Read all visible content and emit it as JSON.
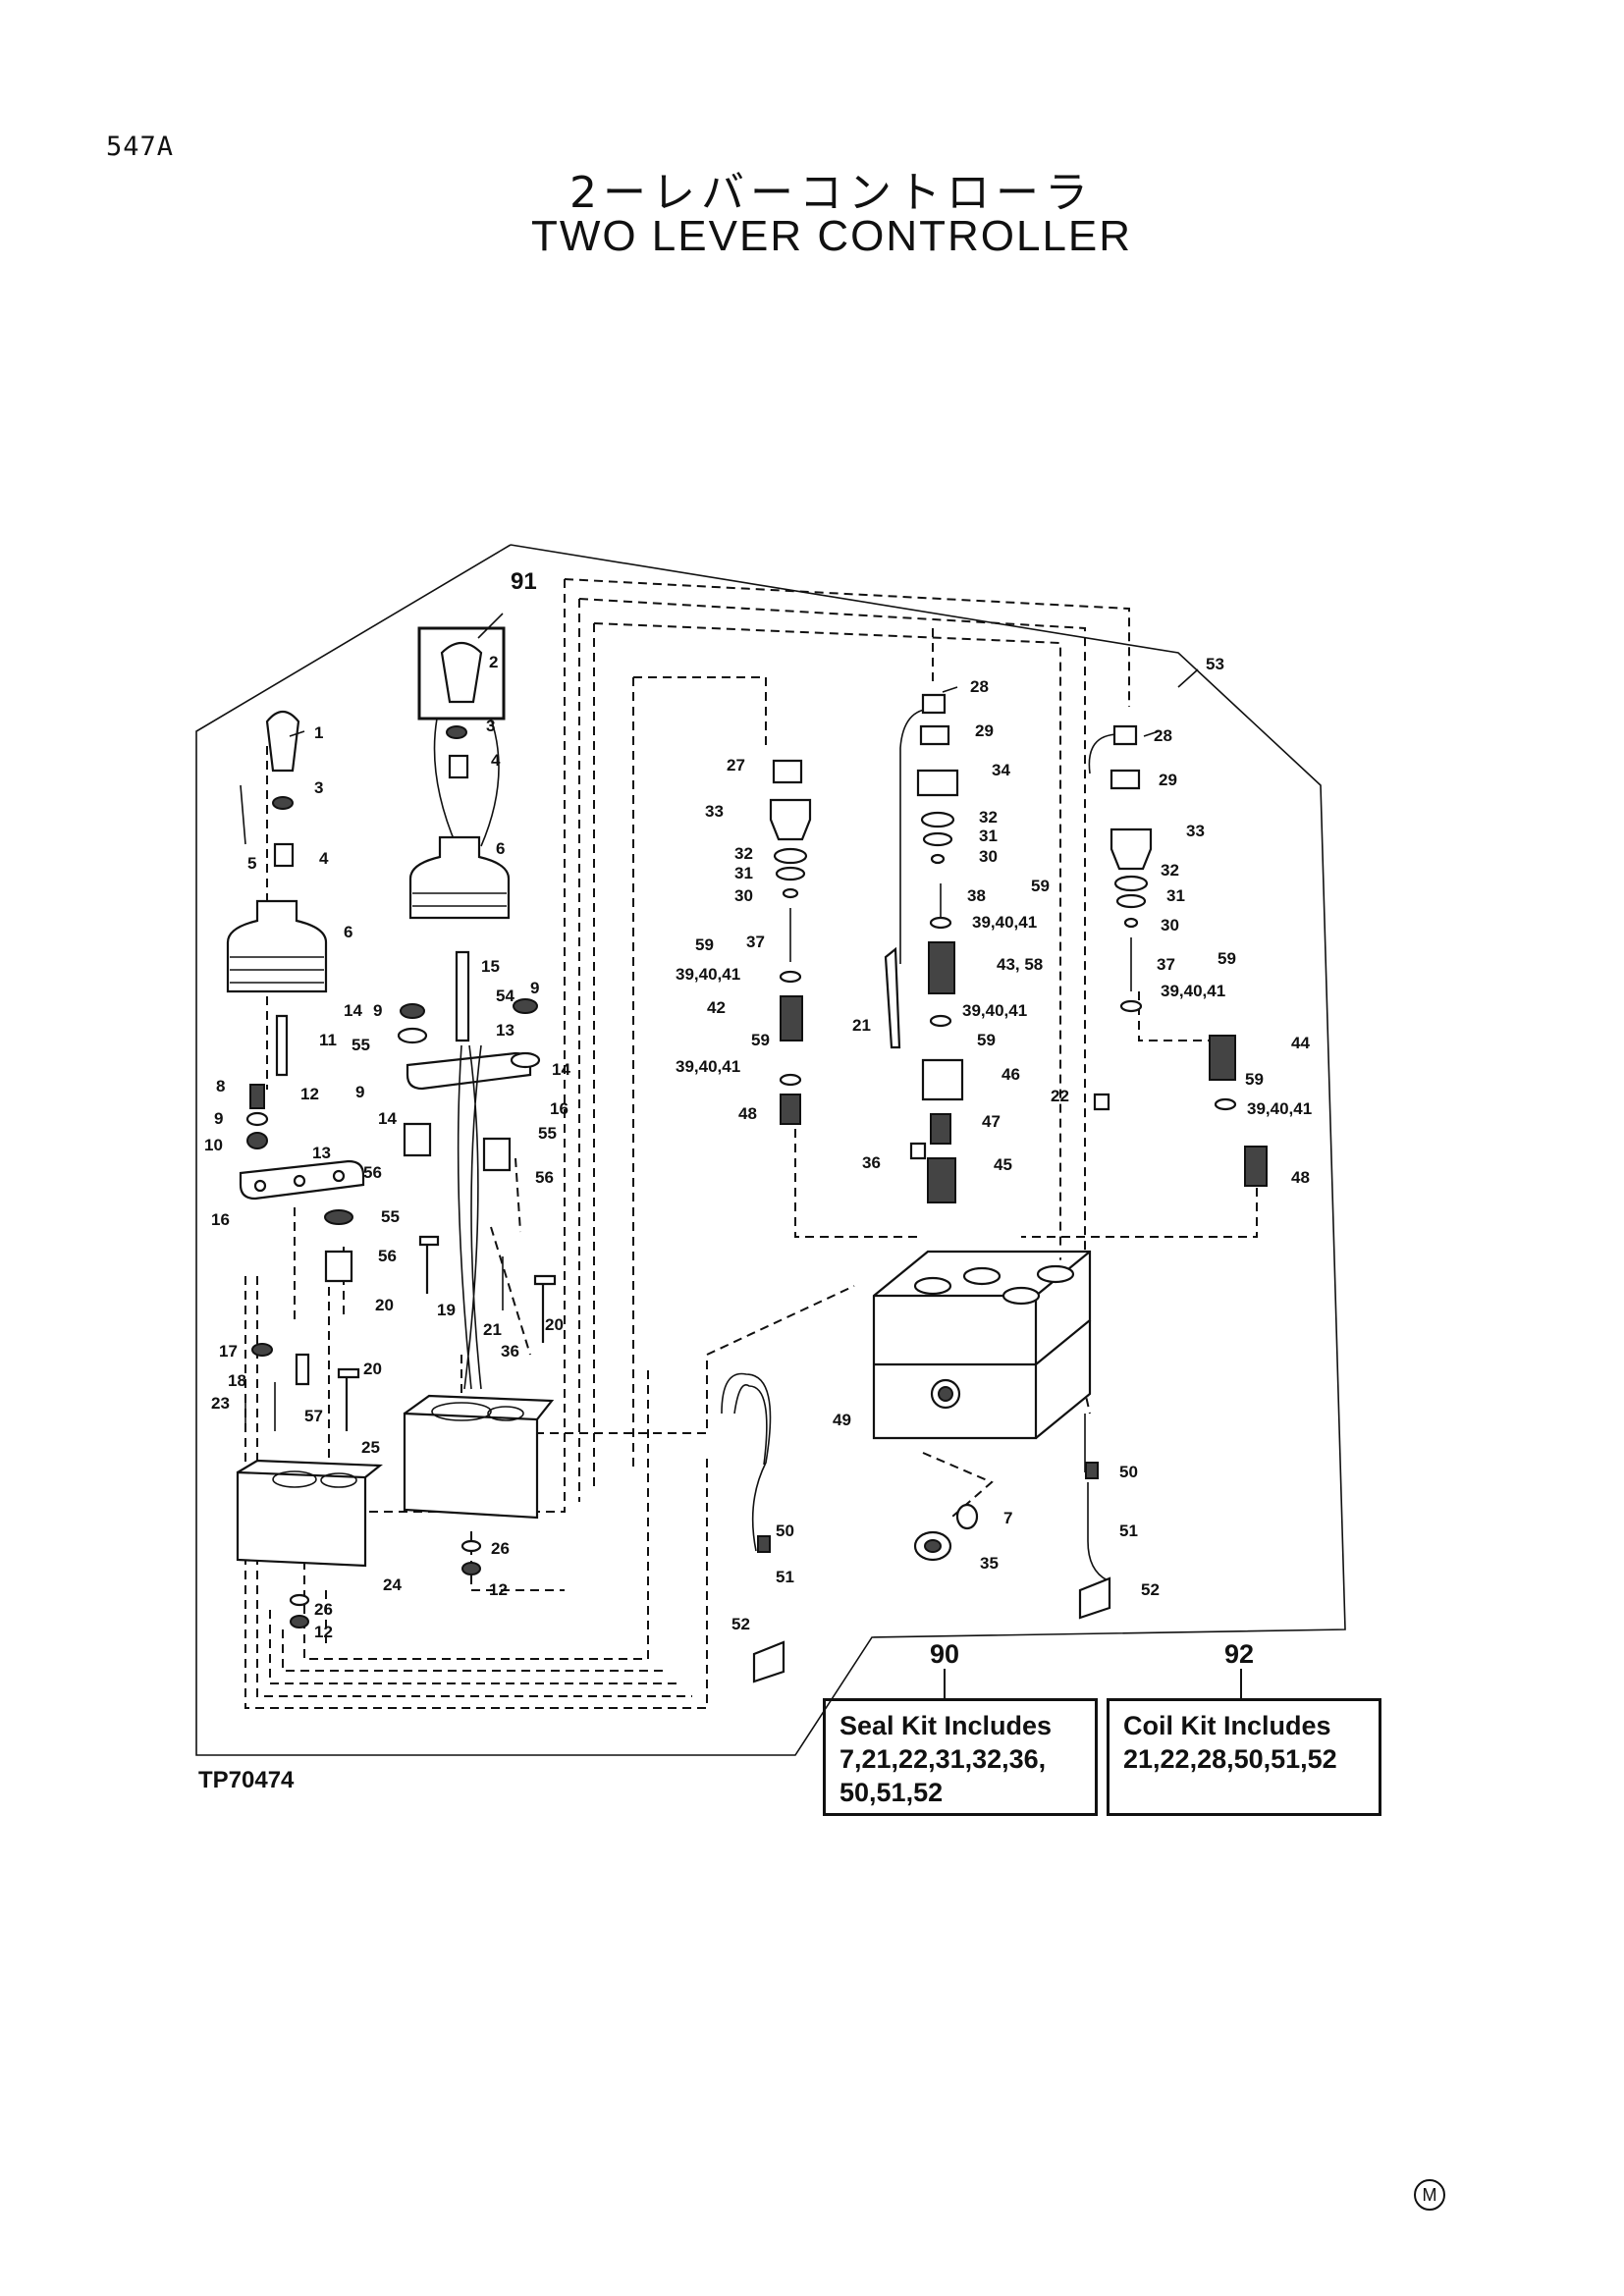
{
  "page": {
    "number": "547A",
    "title_jp": "2ーレバーコントローラ",
    "title_en": "TWO LEVER CONTROLLER",
    "drawing_ref": "TP70474",
    "mark": "M"
  },
  "kits": [
    {
      "number": "90",
      "line1": "Seal Kit Includes",
      "line2": "7,21,22,31,32,36,",
      "line3": "50,51,52"
    },
    {
      "number": "92",
      "line1": "Coil Kit Includes",
      "line2": "21,22,28,50,51,52",
      "line3": ""
    }
  ],
  "callouts": {
    "c1": "1",
    "c2": "2",
    "c3a": "3",
    "c3b": "3",
    "c4a": "4",
    "c4b": "4",
    "c5": "5",
    "c6a": "6",
    "c6b": "6",
    "c7": "7",
    "c8": "8",
    "c9a": "9",
    "c9b": "9",
    "c9c": "9",
    "c9d": "9",
    "c10": "10",
    "c11": "11",
    "c12a": "12",
    "c12b": "12",
    "c12c": "12",
    "c13a": "13",
    "c13b": "13",
    "c14a": "14",
    "c14b": "14",
    "c14c": "14",
    "c15": "15",
    "c16a": "16",
    "c16b": "16",
    "c17": "17",
    "c18": "18",
    "c19": "19",
    "c20a": "20",
    "c20b": "20",
    "c20c": "20",
    "c21a": "21",
    "c21b": "21",
    "c22": "22",
    "c23": "23",
    "c24": "24",
    "c25": "25",
    "c26a": "26",
    "c26b": "26",
    "c27": "27",
    "c28a": "28",
    "c28b": "28",
    "c29a": "29",
    "c29b": "29",
    "c30a": "30",
    "c30b": "30",
    "c30c": "30",
    "c31a": "31",
    "c31b": "31",
    "c31c": "31",
    "c32a": "32",
    "c32b": "32",
    "c32c": "32",
    "c33a": "33",
    "c33b": "33",
    "c34": "34",
    "c35": "35",
    "c36a": "36",
    "c36b": "36",
    "c37a": "37",
    "c37b": "37",
    "c38": "38",
    "c3941a": "39,40,41",
    "c3941b": "39,40,41",
    "c3941c": "39,40,41",
    "c3941d": "39,40,41",
    "c3941e": "39,40,41",
    "c3941f": "39,40,41",
    "c42": "42",
    "c4358": "43, 58",
    "c44": "44",
    "c45": "45",
    "c46": "46",
    "c47": "47",
    "c48a": "48",
    "c48b": "48",
    "c49": "49",
    "c50a": "50",
    "c50b": "50",
    "c51a": "51",
    "c51b": "51",
    "c52a": "52",
    "c52b": "52",
    "c53": "53",
    "c54": "54",
    "c55a": "55",
    "c55b": "55",
    "c55c": "55",
    "c56a": "56",
    "c56b": "56",
    "c56c": "56",
    "c57": "57",
    "c59a": "59",
    "c59b": "59",
    "c59c": "59",
    "c59d": "59",
    "c59e": "59",
    "c59f": "59",
    "c91": "91"
  }
}
